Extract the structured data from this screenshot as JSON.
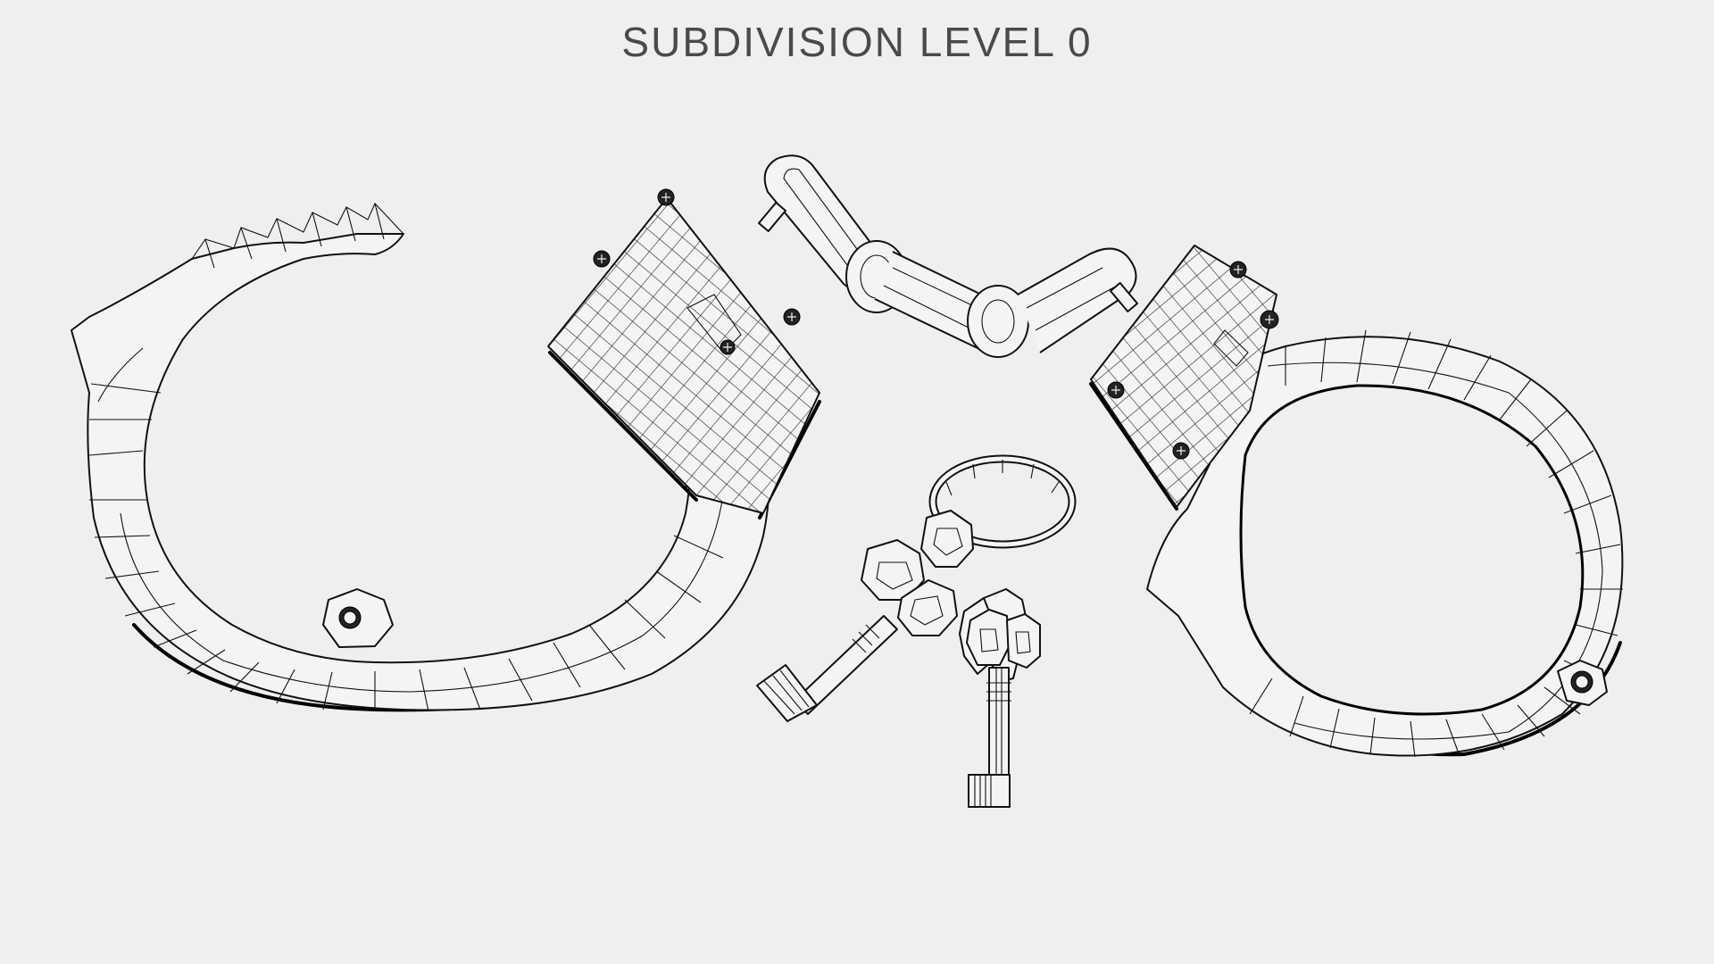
{
  "title": "SUBDIVISION LEVEL 0",
  "scene": {
    "subject": "handcuffs wireframe render",
    "objects": [
      {
        "id": "left-cuff",
        "state": "open"
      },
      {
        "id": "chain",
        "links": 3
      },
      {
        "id": "right-cuff",
        "state": "closed"
      },
      {
        "id": "key-ring",
        "keys": 2
      }
    ],
    "colors": {
      "background": "#efefef",
      "wire": "#111111",
      "title": "#4a4a4a"
    }
  }
}
